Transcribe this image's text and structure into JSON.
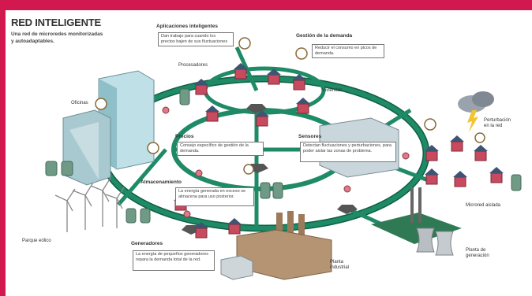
{
  "colors": {
    "border": "#d2194f",
    "ring": "#1f8a66",
    "ring_edge": "#0f5f45",
    "house": "#c74a5e",
    "roof": "#3f5473",
    "factory": "#b49472",
    "tank": "#6f9a86"
  },
  "diagram": {
    "title": "RED INTELIGENTE",
    "subtitle": "Una red de microredes monitorizadas y autoadaptables.",
    "headers": {
      "apps": "Aplicaciones inteligentes",
      "demand": "Gestión de la demanda",
      "prices": "Precios",
      "sensors": "Sensores",
      "storage": "Almacenamiento",
      "generators": "Generadores"
    },
    "boxes": {
      "apps": "Dan trabajo para cuando los precios bajen de sus fluctuaciones",
      "demand": "Reducir el consumo en picos de demanda.",
      "prices": "Consejo específico de gestión de la demanda.",
      "sensors": "Detectan fluctuaciones y perturbaciones, para poder aislar las zonas de problema.",
      "storage": "La energía generada en exceso se almacena para uso posterior.",
      "generators": "La energía de pequeños generadores repara la demanda total de la red."
    },
    "labels": {
      "offices": "Oficinas",
      "storage_house": "Procesadores",
      "homes": "Viviendas",
      "disturbance": "Perturbación en la red",
      "isolated": "Microred aislada",
      "wind": "Parque eólico",
      "plant": "Planta de generación",
      "industrial": "Planta industrial"
    },
    "icons": [
      "house-icon",
      "gauge-icon",
      "storm-cloud-icon",
      "lightning-icon",
      "wind-turbine-icon",
      "factory-icon",
      "tank-icon",
      "power-plant-icon",
      "office-tower-icon"
    ]
  }
}
